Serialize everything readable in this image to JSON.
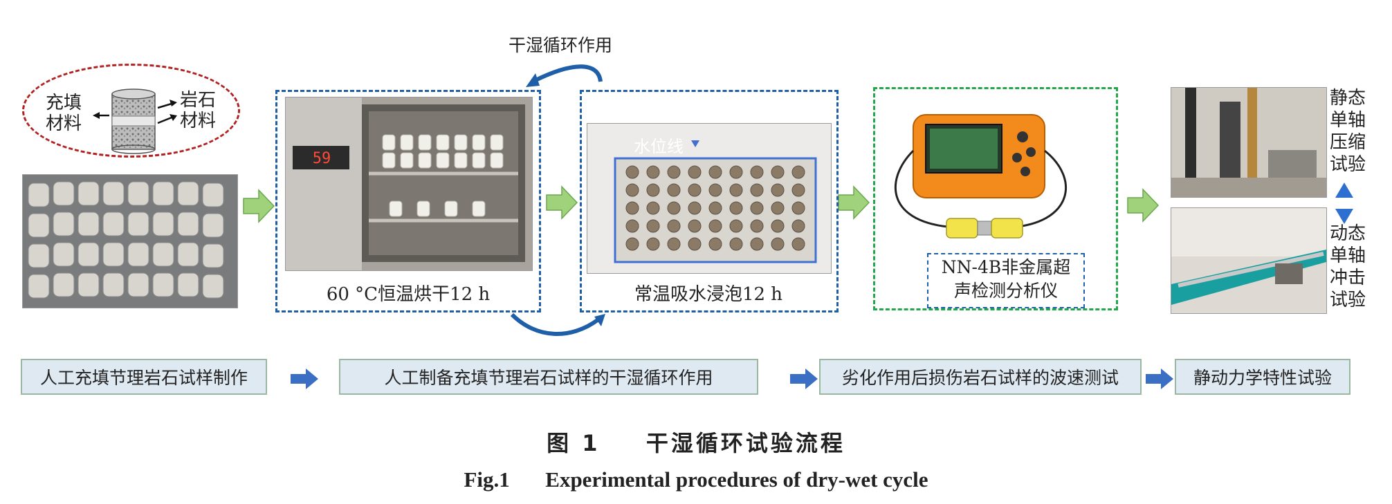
{
  "top_loop_label": "干湿循环作用",
  "materials": {
    "left_label": "充填\n材料",
    "right_label": "岩石\n材料"
  },
  "oven": {
    "display_reading": "59",
    "caption": "60 °C恒温烘干12 h"
  },
  "soak": {
    "water_line_label": "水位线",
    "caption": "常温吸水浸泡12 h"
  },
  "ultrasonic": {
    "caption": "NN-4B非金属超\n声检测分析仪"
  },
  "tests": {
    "static_label": "静态\n单轴\n压缩\n试验",
    "dynamic_label": "动态\n单轴\n冲击\n试验"
  },
  "steps": [
    "人工充填节理岩石试样制作",
    "人工制备充填节理岩石试样的干湿循环作用",
    "劣化作用后损伤岩石试样的波速测试",
    "静动力学特性试验"
  ],
  "figure": {
    "number_cn": "图 1",
    "title_cn": "干湿循环试验流程",
    "number_en": "Fig.1",
    "title_en": "Experimental procedures of dry-wet cycle"
  },
  "colors": {
    "dash_blue": "#1f5fa8",
    "dash_green": "#22a84a",
    "dash_red": "#b22222",
    "flow_arrow_green": "#9fd27a",
    "step_arrow_blue": "#3b6fc4",
    "step_box_fill": "#dfe9f2"
  }
}
